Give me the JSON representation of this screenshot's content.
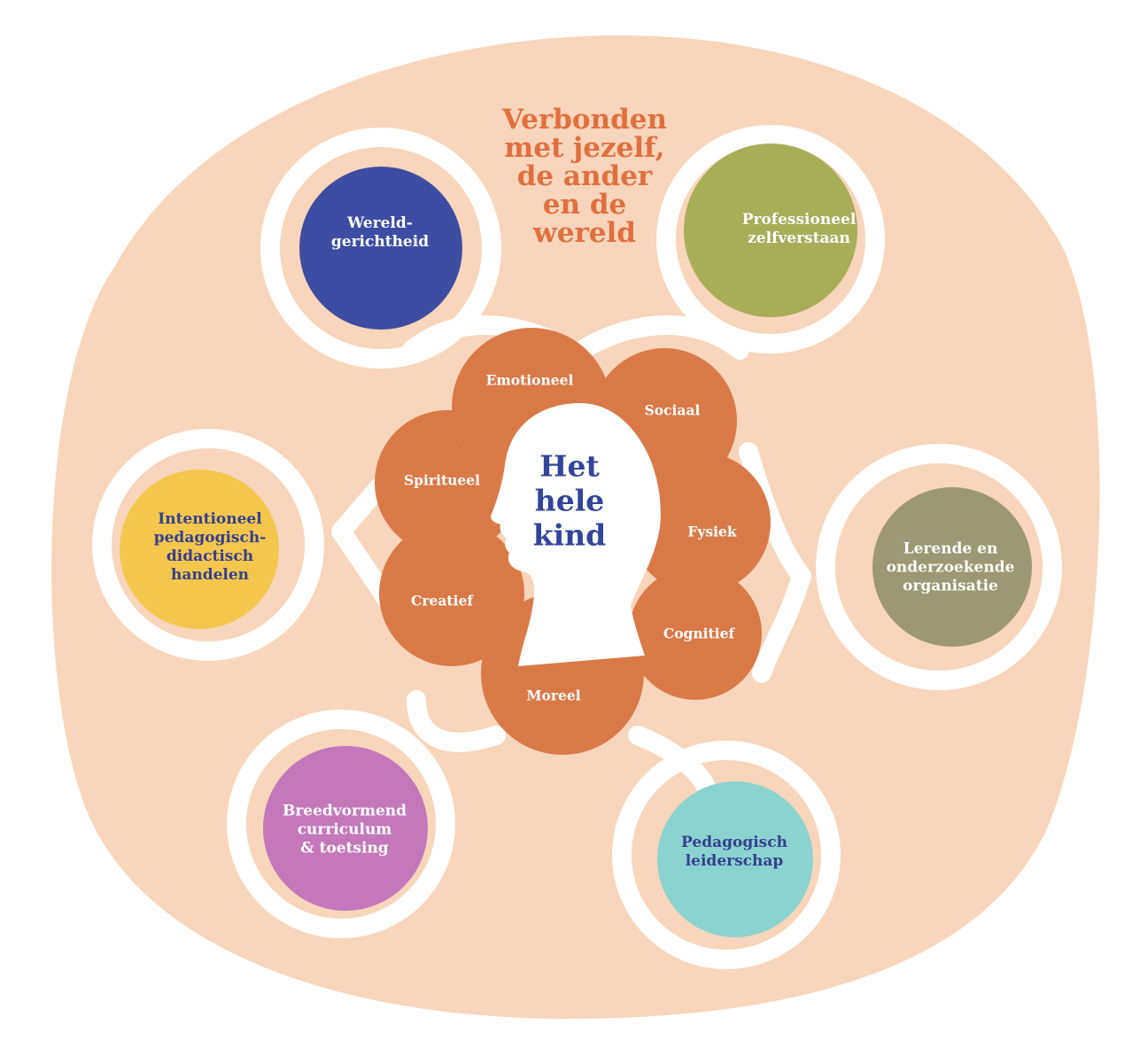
{
  "colors": {
    "background": "#f8d5bb",
    "ring": "#ffffff",
    "petal": "#e27a41",
    "head": "#ffffff",
    "title": "#e0703e",
    "center_text": "#34449a",
    "white_text": "#ffffff",
    "dark_text": "#353f8f"
  },
  "title": "Verbonden\nmet jezelf,\nde ander\nen de\nwereld",
  "center": "Het\nhele\nkind",
  "pillars": [
    {
      "label": "Wereld-\ngerichtheid",
      "color": "#3e4da1",
      "text_color": "white"
    },
    {
      "label": "Professioneel\nzelfverstaan",
      "color": "#a8ad58",
      "text_color": "white"
    },
    {
      "label": "Intentioneel\npedagogisch-\ndidactisch\nhandelen",
      "color": "#f4c64c",
      "text_color": "dark"
    },
    {
      "label": "Lerende en\nonderzoekende\norganisatie",
      "color": "#9c9874",
      "text_color": "white"
    },
    {
      "label": "Breedvormend\ncurriculum\n& toetsing",
      "color": "#c577bc",
      "text_color": "white"
    },
    {
      "label": "Pedagogisch\nleiderschap",
      "color": "#8ad3cf",
      "text_color": "dark"
    }
  ],
  "petals": [
    "Emotioneel",
    "Sociaal",
    "Fysiek",
    "Cognitief",
    "Moreel",
    "Creatief",
    "Spiritueel"
  ]
}
